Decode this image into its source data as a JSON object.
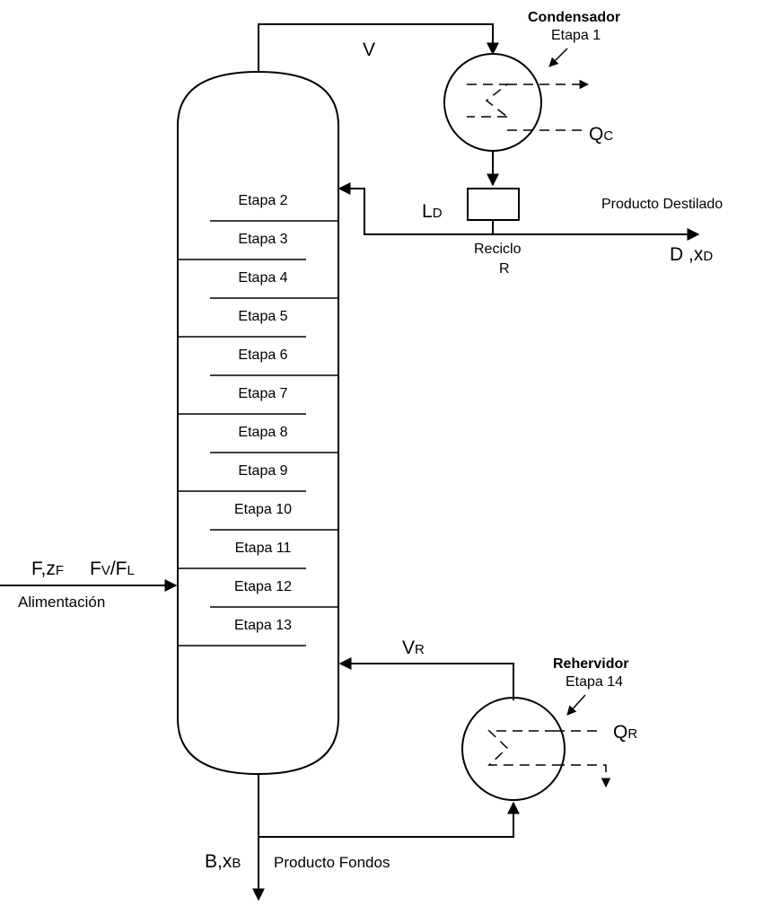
{
  "condenser": {
    "title": "Condensador",
    "stage": "Etapa 1",
    "vapor_label": "V",
    "heat_label_main": "Q",
    "heat_label_sub": "C"
  },
  "column": {
    "stages": [
      "Etapa 2",
      "Etapa 3",
      "Etapa 4",
      "Etapa 5",
      "Etapa 6",
      "Etapa 7",
      "Etapa 8",
      "Etapa 9",
      "Etapa 10",
      "Etapa 11",
      "Etapa 12",
      "Etapa 13"
    ]
  },
  "reflux": {
    "drum_label_main": "L",
    "drum_label_sub": "D",
    "recycle_line1": "Reciclo",
    "recycle_line2": "R"
  },
  "distillate": {
    "title": "Producto Destilado",
    "label_main": "D ,x",
    "label_sub": "D"
  },
  "feed": {
    "label_main": "F,z",
    "label_sub": "F",
    "ratio_v": "F",
    "ratio_v_sub": "V",
    "ratio_sep": "/F",
    "ratio_l_sub": "L",
    "name": "Alimentación"
  },
  "reboiler": {
    "title": "Rehervidor",
    "stage": "Etapa 14",
    "vapor_label_main": "V",
    "vapor_label_sub": "R",
    "heat_label_main": "Q",
    "heat_label_sub": "R"
  },
  "bottoms": {
    "label_main": "B,x",
    "label_sub": "B",
    "name": "Producto Fondos"
  }
}
